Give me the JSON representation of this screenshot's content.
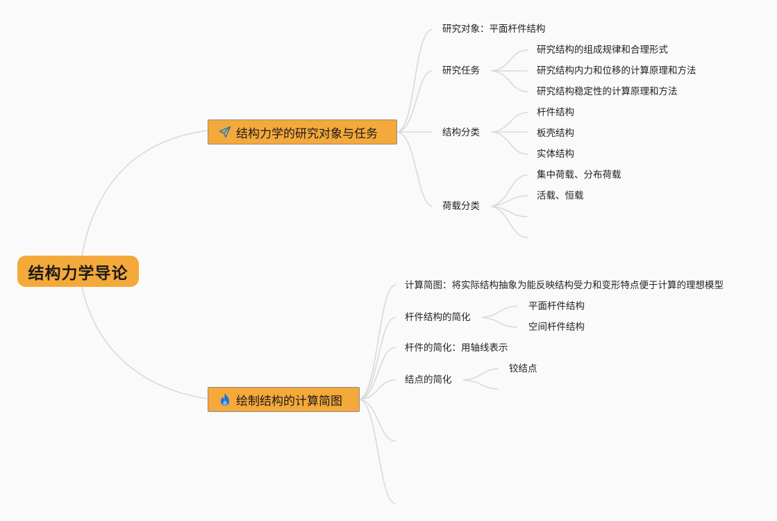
{
  "colors": {
    "node_fill": "#f5a93a",
    "node_border": "#8a8a8a",
    "connector": "#d9d9d9",
    "background": "#fafafa",
    "text": "#222222"
  },
  "root": {
    "title": "结构力学导论"
  },
  "branch1": {
    "title": "结构力学的研究对象与任务",
    "icon": "paper-plane-icon",
    "object": "研究对象：平面杆件结构",
    "task": {
      "label": "研究任务",
      "items": [
        "研究结构的组成规律和合理形式",
        "研究结构内力和位移的计算原理和方法",
        "研究结构稳定性的计算原理和方法"
      ]
    },
    "classification": {
      "label": "结构分类",
      "items": [
        "杆件结构",
        "板壳结构",
        "实体结构"
      ]
    },
    "loads": {
      "label": "荷载分类",
      "items": [
        "集中荷载、分布荷载",
        "活载、恒载"
      ]
    }
  },
  "branch2": {
    "title": "绘制结构的计算简图",
    "icon": "fire-icon",
    "definition": "计算简图：将实际结构抽象为能反映结构受力和变形特点便于计算的理想模型",
    "member_structure": {
      "label": "杆件结构的简化",
      "items": [
        "平面杆件结构",
        "空间杆件结构"
      ]
    },
    "member": "杆件的简化：用轴线表示",
    "joint": {
      "label": "结点的简化",
      "items": [
        "铰结点"
      ]
    }
  }
}
